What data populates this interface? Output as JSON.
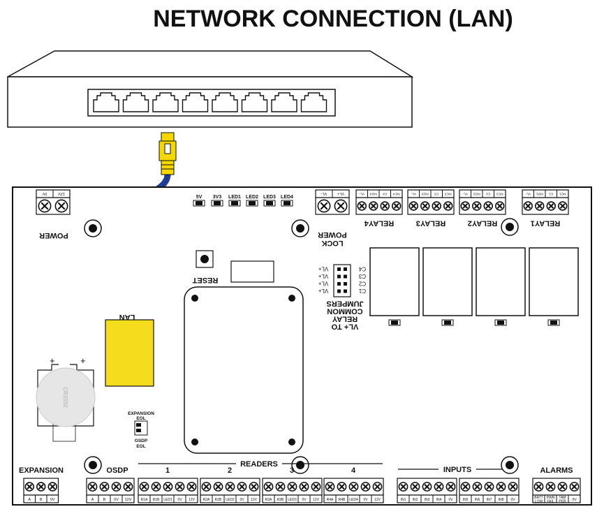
{
  "title": "NETWORK CONNECTION (LAN)",
  "switch_port_count": 8,
  "cable_color": "#1f3f9a",
  "connector_color": "#f5d800",
  "lan_port_color": "#f5dc1c",
  "board": {
    "lan_label": "LAN",
    "reset_label": "RESET",
    "battery_label": "CR2032",
    "battery_polarity": [
      "+",
      "+"
    ],
    "power": {
      "label": "POWER",
      "pins": [
        "0V",
        "12V"
      ]
    },
    "leds": [
      "5V",
      "3V3",
      "LED1",
      "LED2",
      "LED3",
      "LED4"
    ],
    "lock_power": {
      "label_line1": "POWER",
      "label_line2": "LOCK",
      "pins": [
        "VL-",
        "VL+"
      ]
    },
    "relays": [
      {
        "label": "RELAY4",
        "pins": [
          "NC4",
          "C4",
          "NO4",
          "VL-"
        ]
      },
      {
        "label": "RELAY3",
        "pins": [
          "NC3",
          "C3",
          "NO3",
          "VL-"
        ]
      },
      {
        "label": "RELAY2",
        "pins": [
          "NC2",
          "C2",
          "NO2",
          "VL-"
        ]
      },
      {
        "label": "RELAY1",
        "pins": [
          "NC1",
          "C1",
          "NO1",
          "VL-"
        ]
      }
    ],
    "jumpers": {
      "pin_labels": [
        "C4",
        "C3",
        "C2",
        "C1"
      ],
      "vl_labels": [
        "VL+",
        "VL+",
        "VL+",
        "VL+"
      ],
      "title_lines": [
        "JUMPERS",
        "COMMON",
        "RELAY",
        "VL+ TO"
      ]
    },
    "switch_labels": {
      "top_lines": [
        "EXPANSION",
        "EOL"
      ],
      "bottom_lines": [
        "OSDP",
        "EOL"
      ]
    },
    "bottom": {
      "expansion": {
        "label": "EXPANSION",
        "pins": [
          "A",
          "B",
          "0V"
        ]
      },
      "osdp": {
        "label": "OSDP",
        "pins": [
          "A",
          "B",
          "0V",
          "12V"
        ]
      },
      "readers_label": "READERS",
      "readers": [
        {
          "num": "1",
          "pins": [
            "R1A",
            "R1B",
            "LED1",
            "0V",
            "12V"
          ]
        },
        {
          "num": "2",
          "pins": [
            "R2A",
            "R2B",
            "LED2",
            "0V",
            "12V"
          ]
        },
        {
          "num": "3",
          "pins": [
            "R3A",
            "R3B",
            "LED3",
            "0V",
            "12V"
          ]
        },
        {
          "num": "4",
          "pins": [
            "R4A",
            "R4B",
            "LED4",
            "0V",
            "12V"
          ]
        }
      ],
      "inputs_label": "INPUTS",
      "inputs_groups": [
        {
          "pins": [
            "IN1",
            "IN2",
            "IN3",
            "IN4",
            "0V"
          ]
        },
        {
          "pins": [
            "IN5",
            "IN6",
            "IN7",
            "IN8",
            "0V"
          ]
        }
      ],
      "alarms": {
        "label": "ALARMS",
        "pins": [
          "BATT LOW",
          "PWR FAIL",
          "TAM PER",
          "0V"
        ]
      }
    }
  }
}
